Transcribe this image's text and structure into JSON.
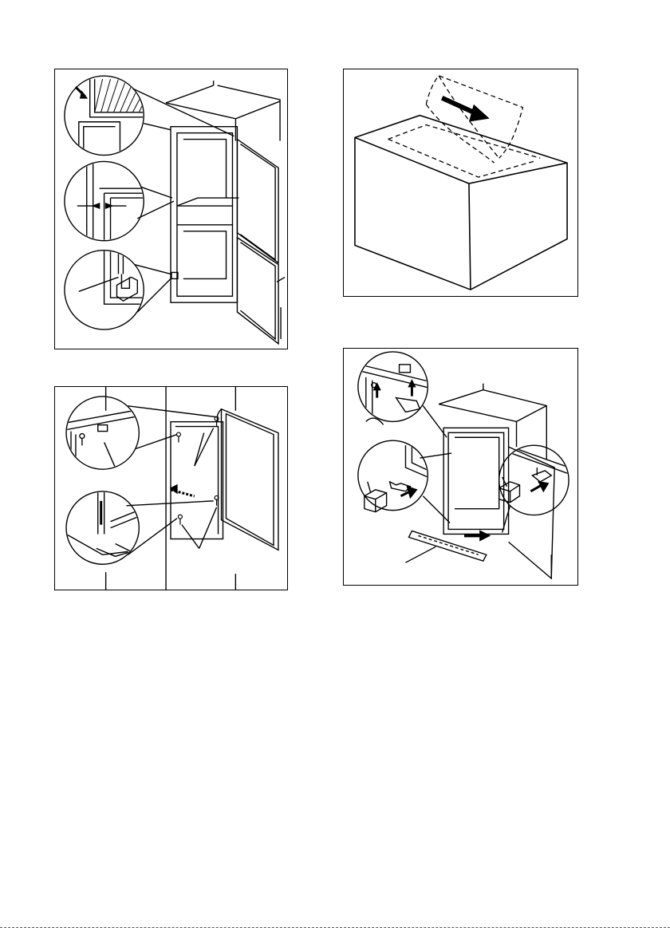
{
  "page": {
    "figures": [
      {
        "id": "door-alignment-figure",
        "icon": "door-alignment-diagram"
      },
      {
        "id": "protective-film-figure",
        "icon": "film-removal-diagram"
      },
      {
        "id": "door-screws-figure",
        "icon": "screw-fixing-diagram"
      },
      {
        "id": "hinge-cover-figure",
        "icon": "cover-fitting-diagram"
      }
    ]
  }
}
